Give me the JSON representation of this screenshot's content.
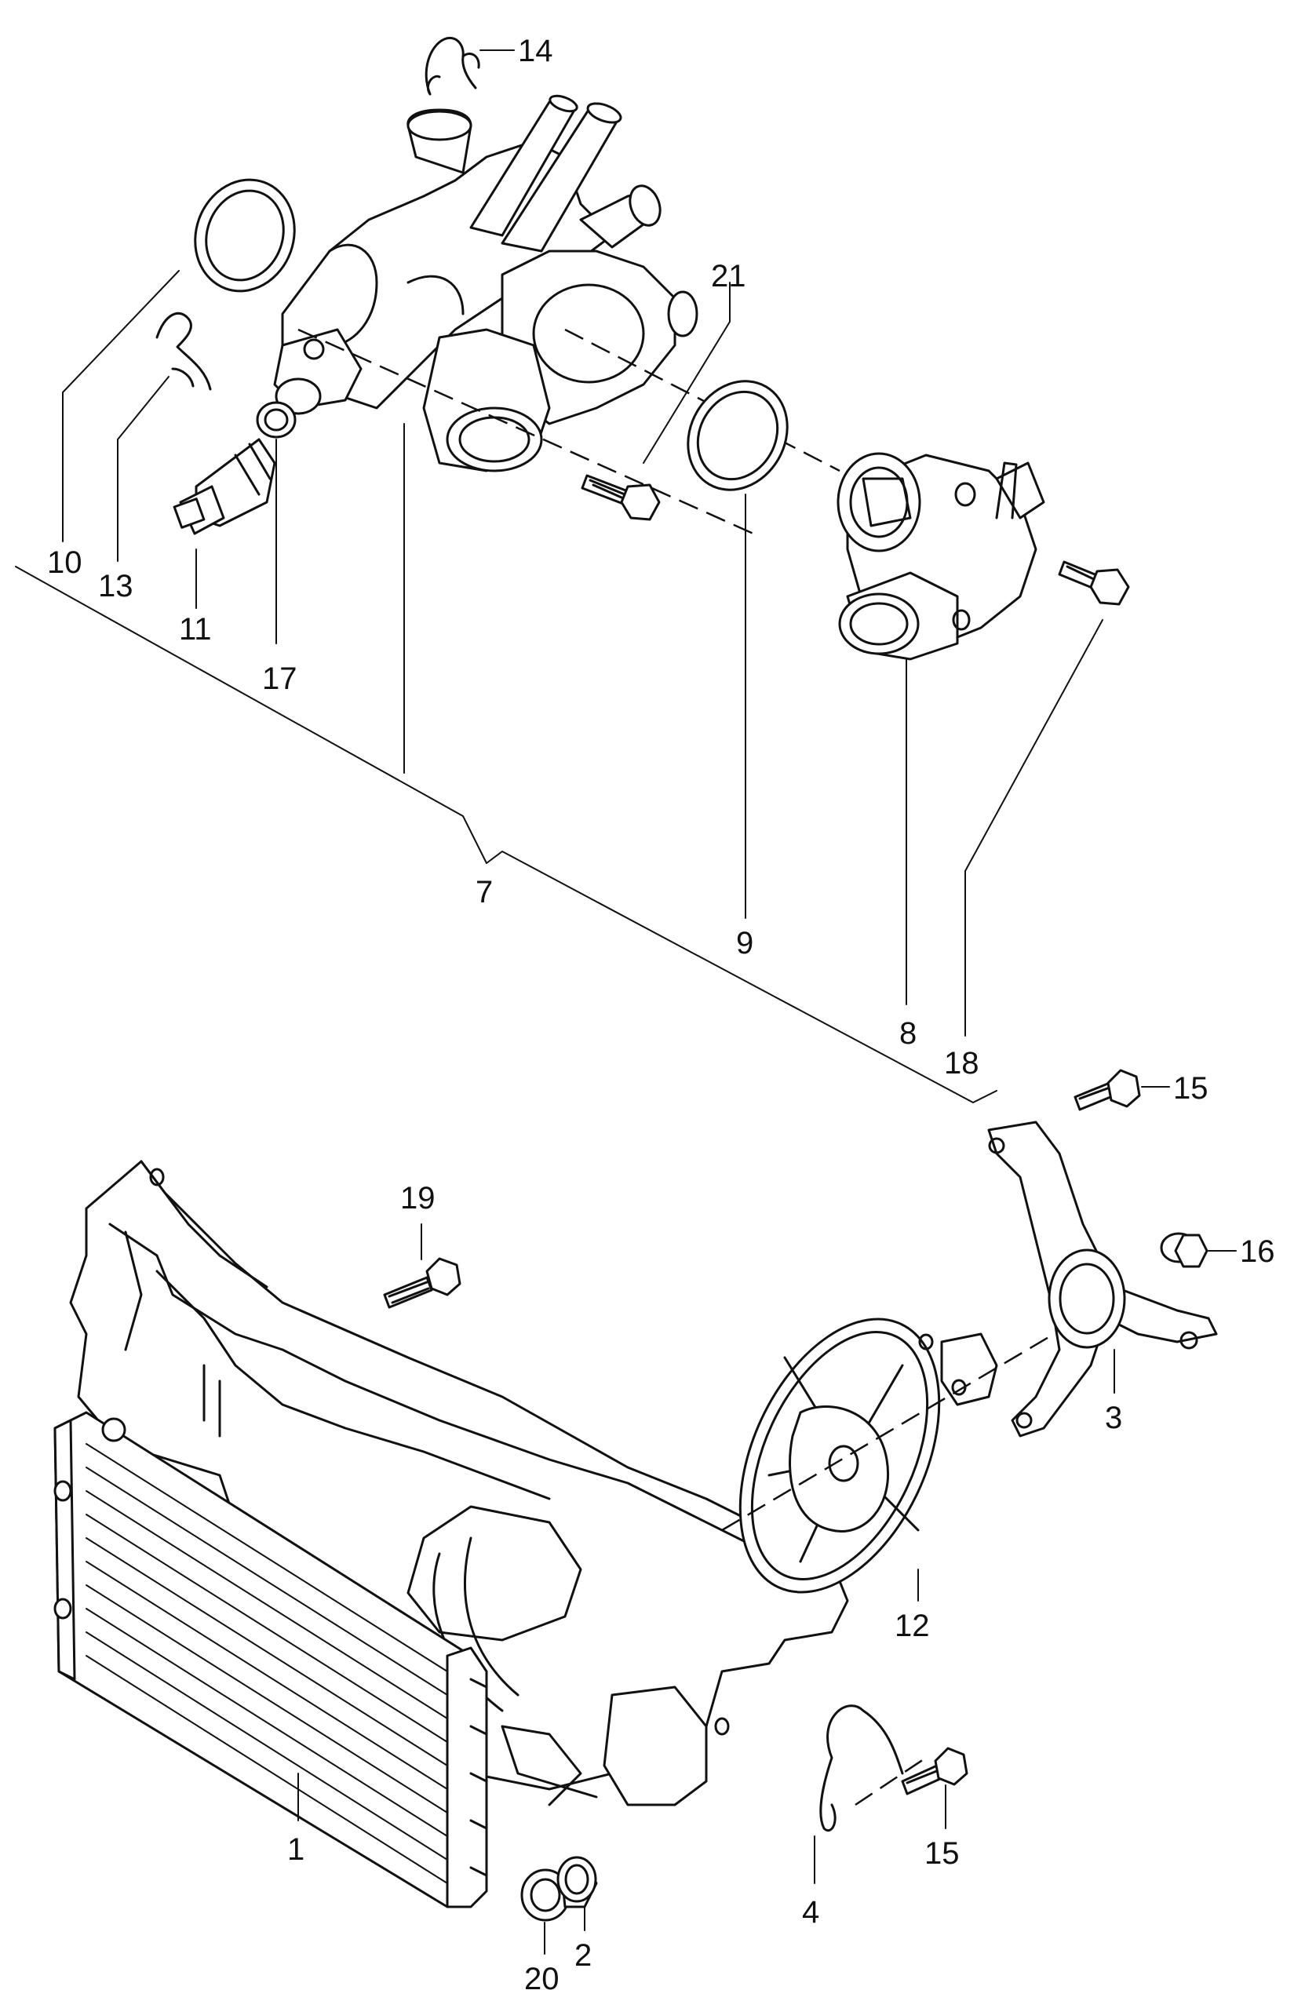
{
  "labels": {
    "p1": "1",
    "p2": "2",
    "p3": "3",
    "p4": "4",
    "p7": "7",
    "p8": "8",
    "p9": "9",
    "p10": "10",
    "p11": "11",
    "p12": "12",
    "p13": "13",
    "p14": "14",
    "p15a": "15",
    "p15b": "15",
    "p16": "16",
    "p17": "17",
    "p18": "18",
    "p19": "19",
    "p20": "20",
    "p21": "21"
  },
  "colors": {
    "ink": "#111111",
    "paper": "#ffffff"
  }
}
